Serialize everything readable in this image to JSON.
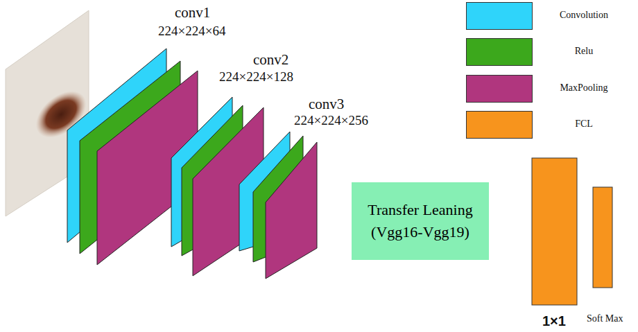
{
  "diagram": {
    "nodes": [
      {
        "text": [
          "Transfer Leaning (Vgg16-Vgg19)"
        ]
      }
    ],
    "labels": [
      "conv1",
      "224×224×64",
      "conv2",
      "224×224×128",
      "conv3",
      "224×224×256",
      "1×1",
      "Soft Max"
    ],
    "legend": [
      {
        "text": "Convolution",
        "color": "#2fd4fa"
      },
      {
        "text": "Relu",
        "color": "#3ca81c"
      },
      {
        "text": "MaxPooling",
        "color": "#b0367e"
      },
      {
        "text": "FCL",
        "color": "#f7941d"
      }
    ]
  }
}
